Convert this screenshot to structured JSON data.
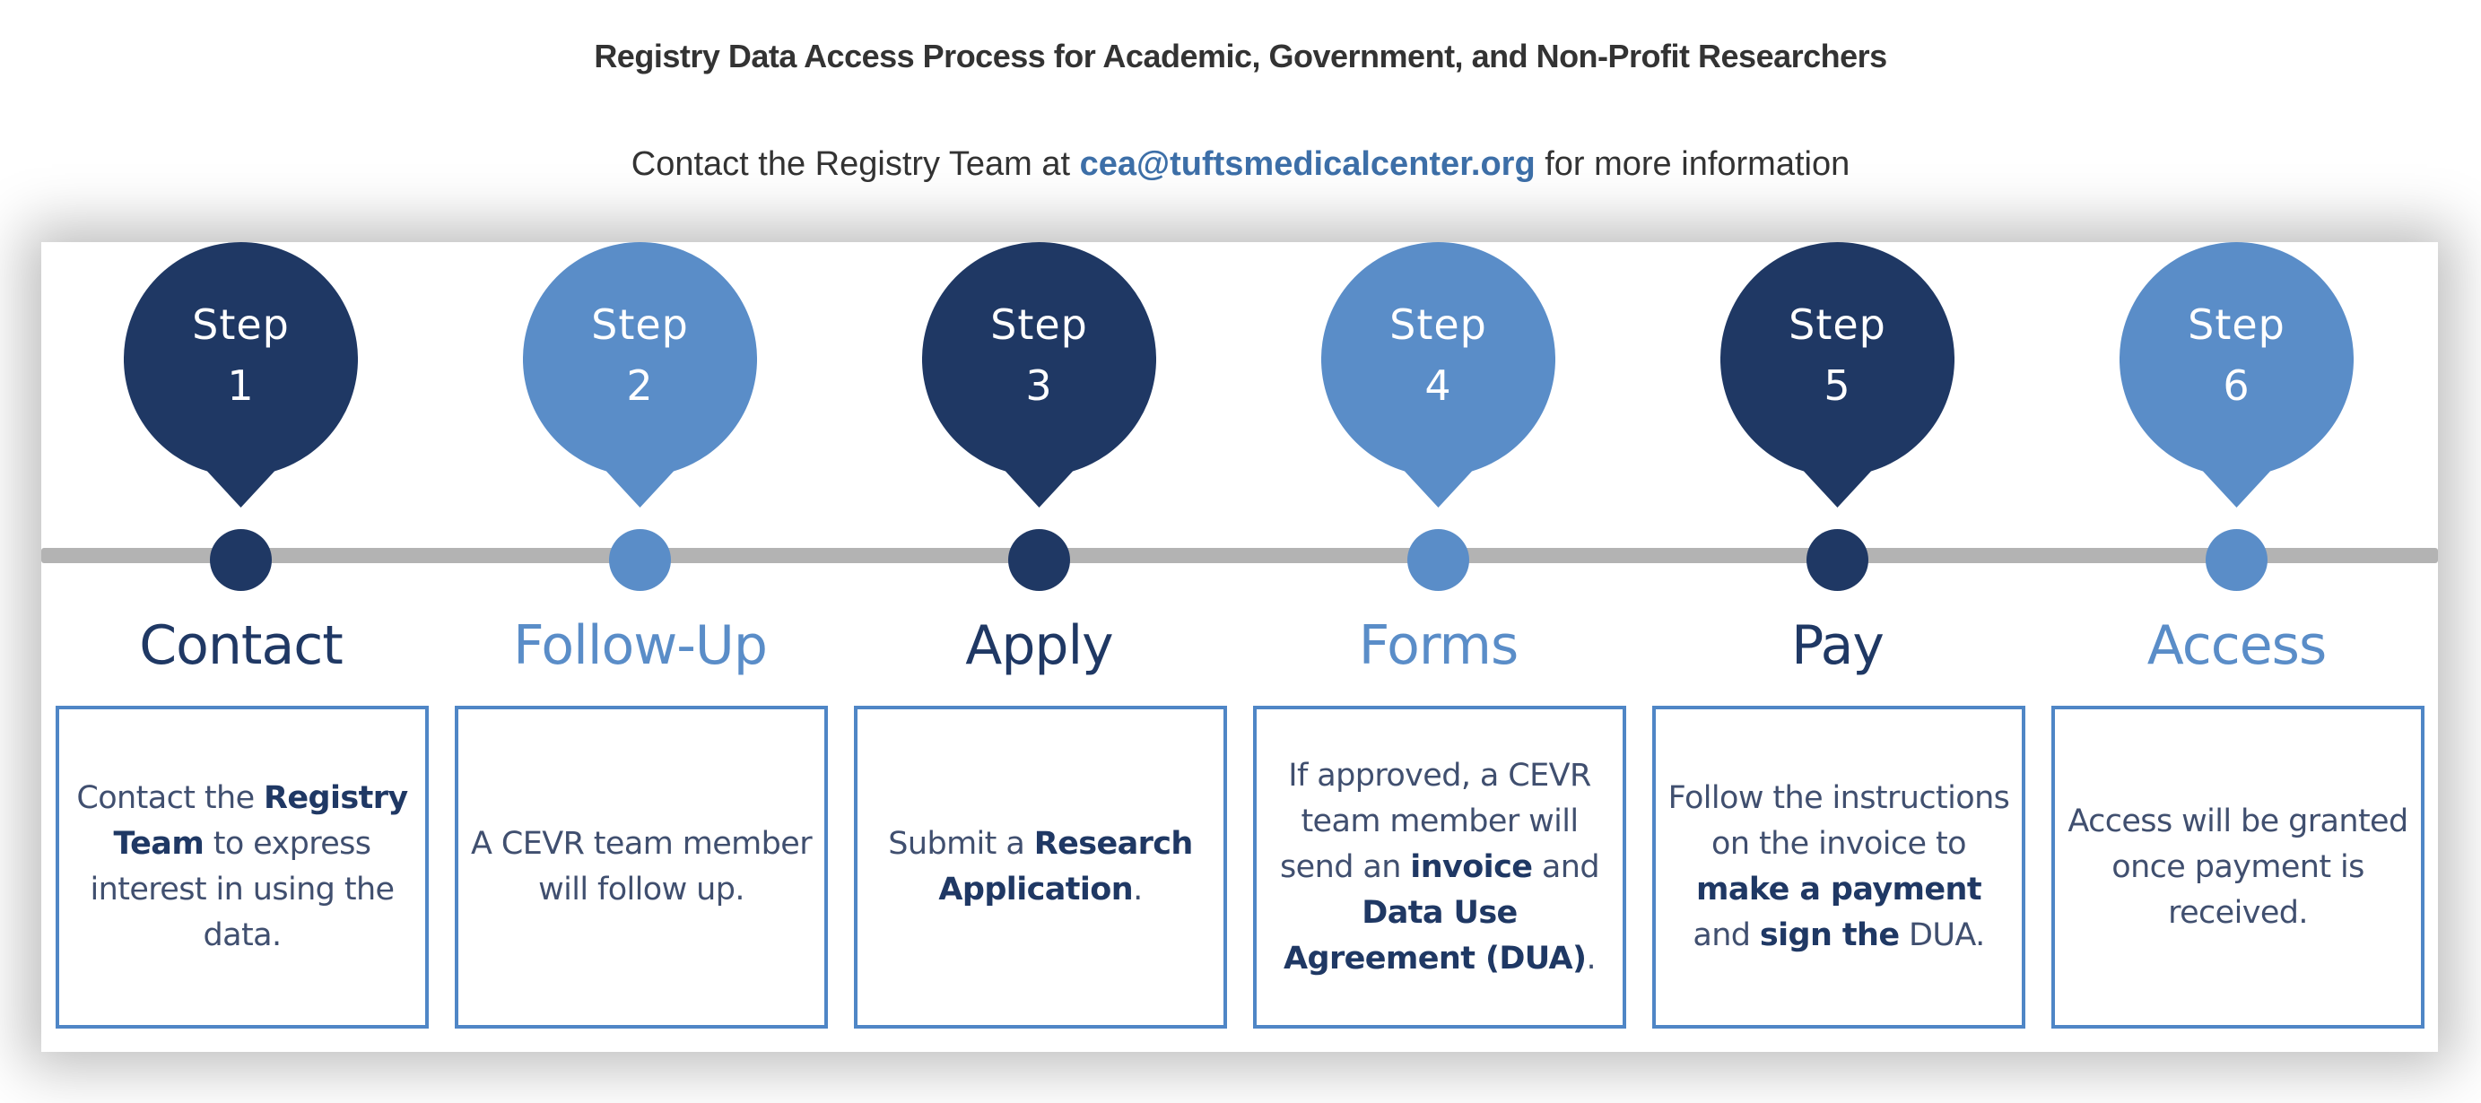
{
  "header": {
    "title": "Registry Data Access Process for Academic, Government, and Non-Profit Researchers",
    "subtitle_prefix": "Contact the Registry Team at ",
    "subtitle_email": "cea@tuftsmedicalcenter.org",
    "subtitle_suffix": " for more information"
  },
  "colors": {
    "dark": "#1f3864",
    "light": "#5a8dc8",
    "timeline": "#b3b3b3",
    "box_border": "#4f86c6",
    "link": "#3d6fa8",
    "text": "#333333"
  },
  "steps": [
    {
      "step_word": "Step",
      "number": "1",
      "theme": "dark",
      "heading": "Contact",
      "description": [
        {
          "text": "Contact the ",
          "style": "regular"
        },
        {
          "text": "Registry Team",
          "style": "bold"
        },
        {
          "text": " to express interest in using the data.",
          "style": "regular"
        }
      ]
    },
    {
      "step_word": "Step",
      "number": "2",
      "theme": "light",
      "heading": "Follow-Up",
      "description": [
        {
          "text": "A CEVR team member will follow up.",
          "style": "regular"
        }
      ]
    },
    {
      "step_word": "Step",
      "number": "3",
      "theme": "dark",
      "heading": "Apply",
      "description": [
        {
          "text": "Submit a ",
          "style": "regular"
        },
        {
          "text": "Research Application",
          "style": "bold"
        },
        {
          "text": ".",
          "style": "regular"
        }
      ]
    },
    {
      "step_word": "Step",
      "number": "4",
      "theme": "light",
      "heading": "Forms",
      "description": [
        {
          "text": "If approved, a CEVR team member will send an ",
          "style": "regular"
        },
        {
          "text": "invoice",
          "style": "bold"
        },
        {
          "text": " and ",
          "style": "regular"
        },
        {
          "text": "Data Use Agreement (DUA)",
          "style": "medium"
        },
        {
          "text": ".",
          "style": "regular"
        }
      ]
    },
    {
      "step_word": "Step",
      "number": "5",
      "theme": "dark",
      "heading": "Pay",
      "description": [
        {
          "text": "Follow the instructions on the invoice to ",
          "style": "regular"
        },
        {
          "text": "make a payment",
          "style": "bold"
        },
        {
          "text": " and ",
          "style": "regular"
        },
        {
          "text": "sign the",
          "style": "bold"
        },
        {
          "text": " DUA.",
          "style": "regular"
        }
      ]
    },
    {
      "step_word": "Step",
      "number": "6",
      "theme": "light",
      "heading": "Access",
      "description": [
        {
          "text": "Access will be granted once payment is received.",
          "style": "regular"
        }
      ]
    }
  ]
}
